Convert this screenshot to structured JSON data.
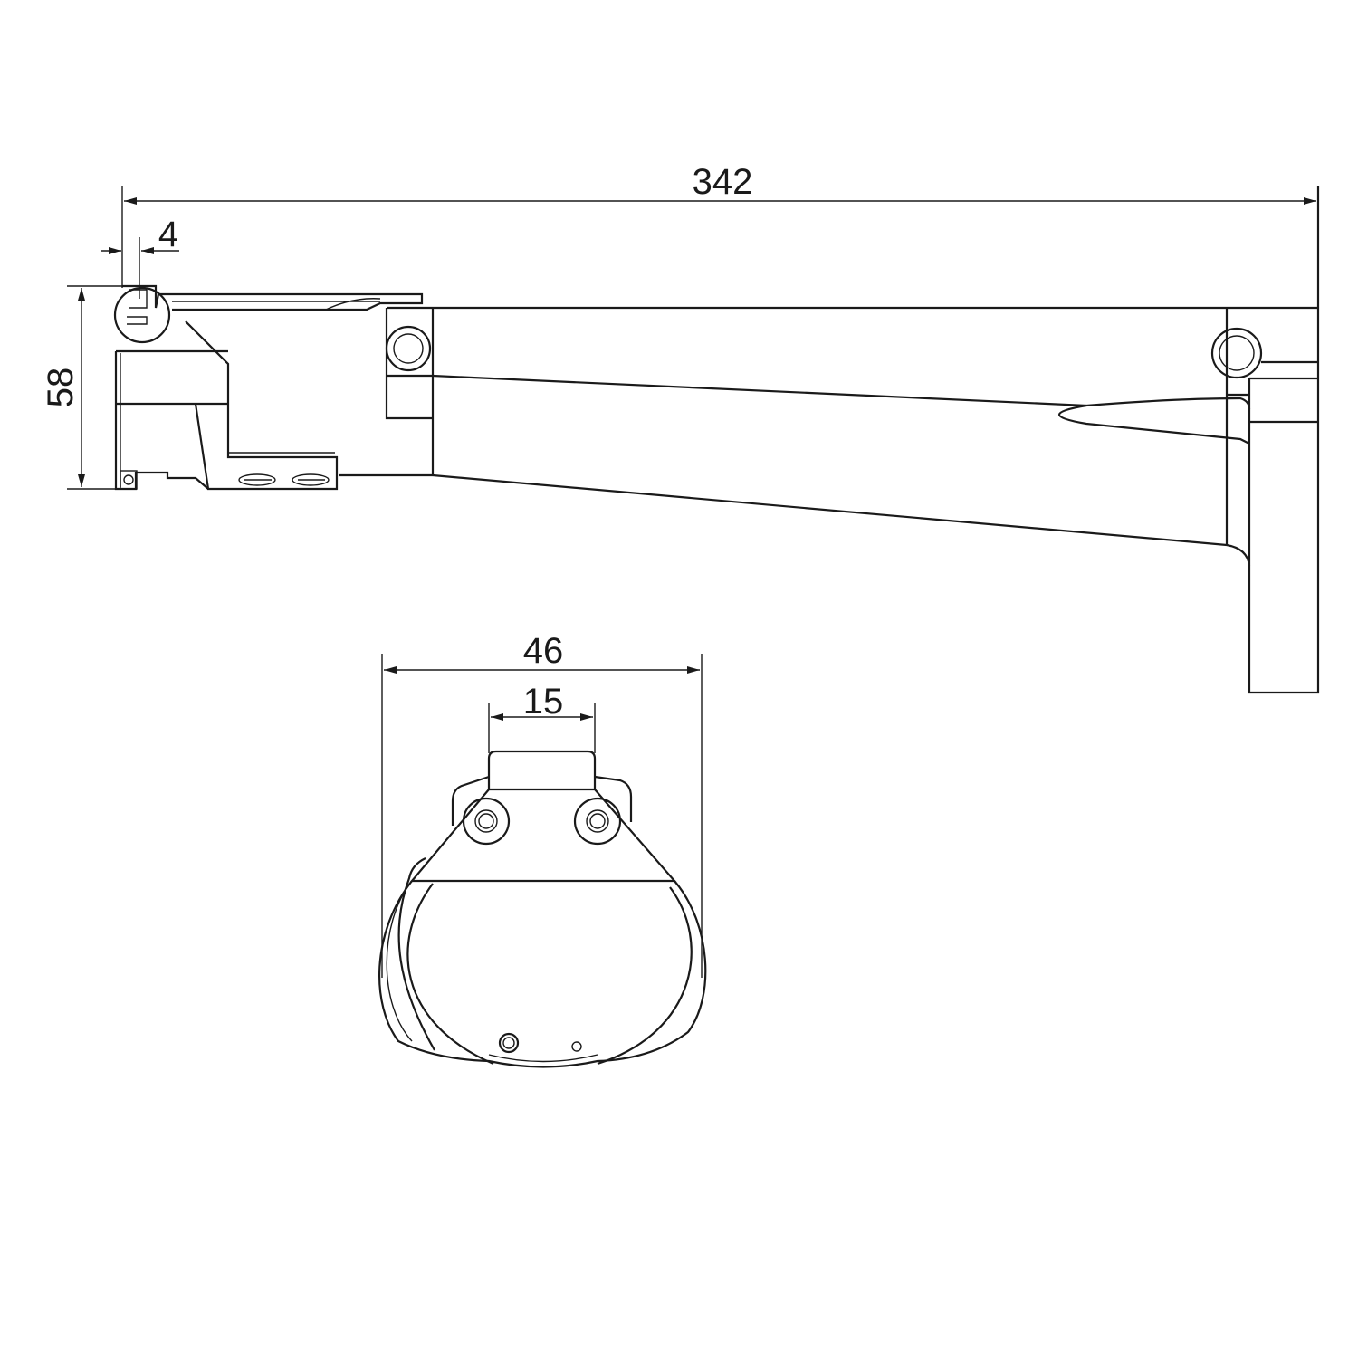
{
  "drawing": {
    "side_view": {
      "dimensions": {
        "overall_length": "342",
        "wall_thickness": "4",
        "height": "58"
      }
    },
    "end_view": {
      "dimensions": {
        "overall_width": "46",
        "tab_width": "15"
      }
    },
    "line_color": "#1a1a1a"
  }
}
